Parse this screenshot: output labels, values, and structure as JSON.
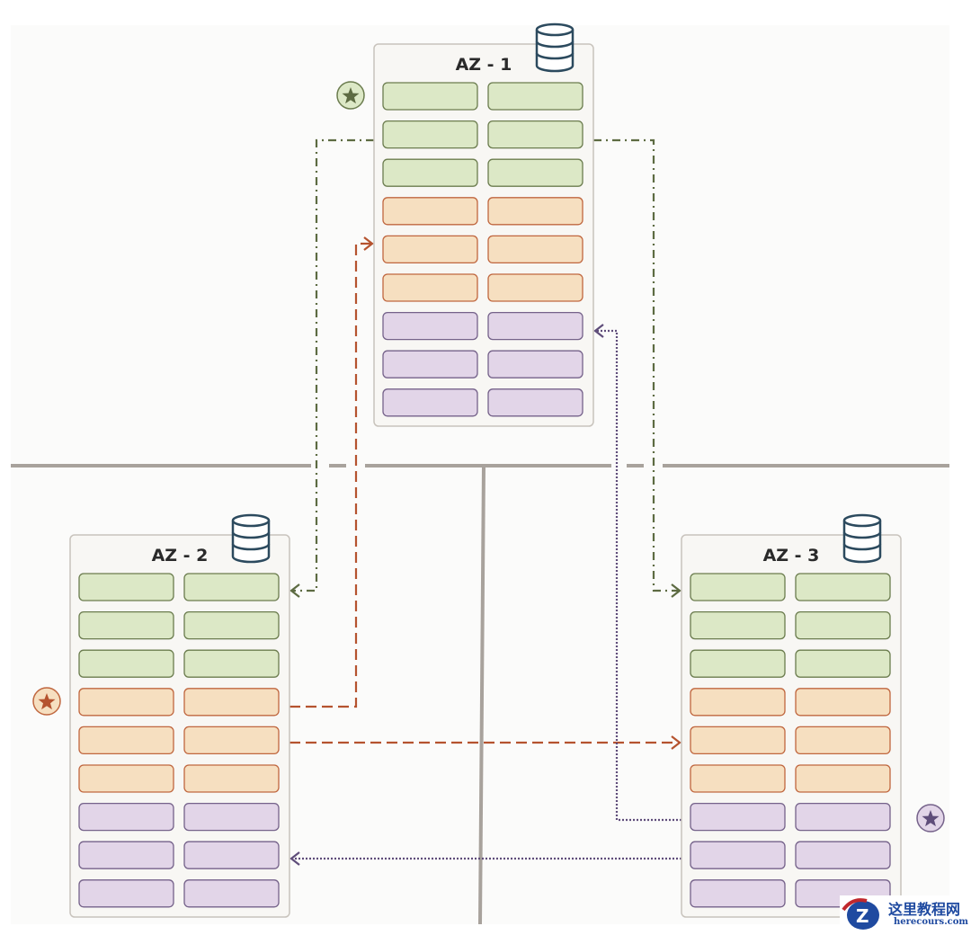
{
  "zones": [
    {
      "title": "AZ - 1",
      "leader_tier": "green"
    },
    {
      "title": "AZ - 2",
      "leader_tier": "orange"
    },
    {
      "title": "AZ - 3",
      "leader_tier": "purple"
    }
  ],
  "tiers": [
    "green",
    "green",
    "green",
    "orange",
    "orange",
    "orange",
    "purple",
    "purple",
    "purple"
  ],
  "colors": {
    "green": {
      "fill": "#dce8c6",
      "stroke": "#6b7c4e",
      "line": "#5d6b42"
    },
    "orange": {
      "fill": "#f6dfc0",
      "stroke": "#c0673f",
      "line": "#b5532f"
    },
    "purple": {
      "fill": "#e2d5e8",
      "stroke": "#75628a",
      "line": "#5f4d7a"
    },
    "zone_fill": "#f8f7f4",
    "zone_stroke": "#c8c3bc",
    "divider": "#a8a29c",
    "db_icon": "#2c4a5e"
  },
  "watermark": {
    "line1": "这里教程网",
    "line2": "herecours.com"
  }
}
